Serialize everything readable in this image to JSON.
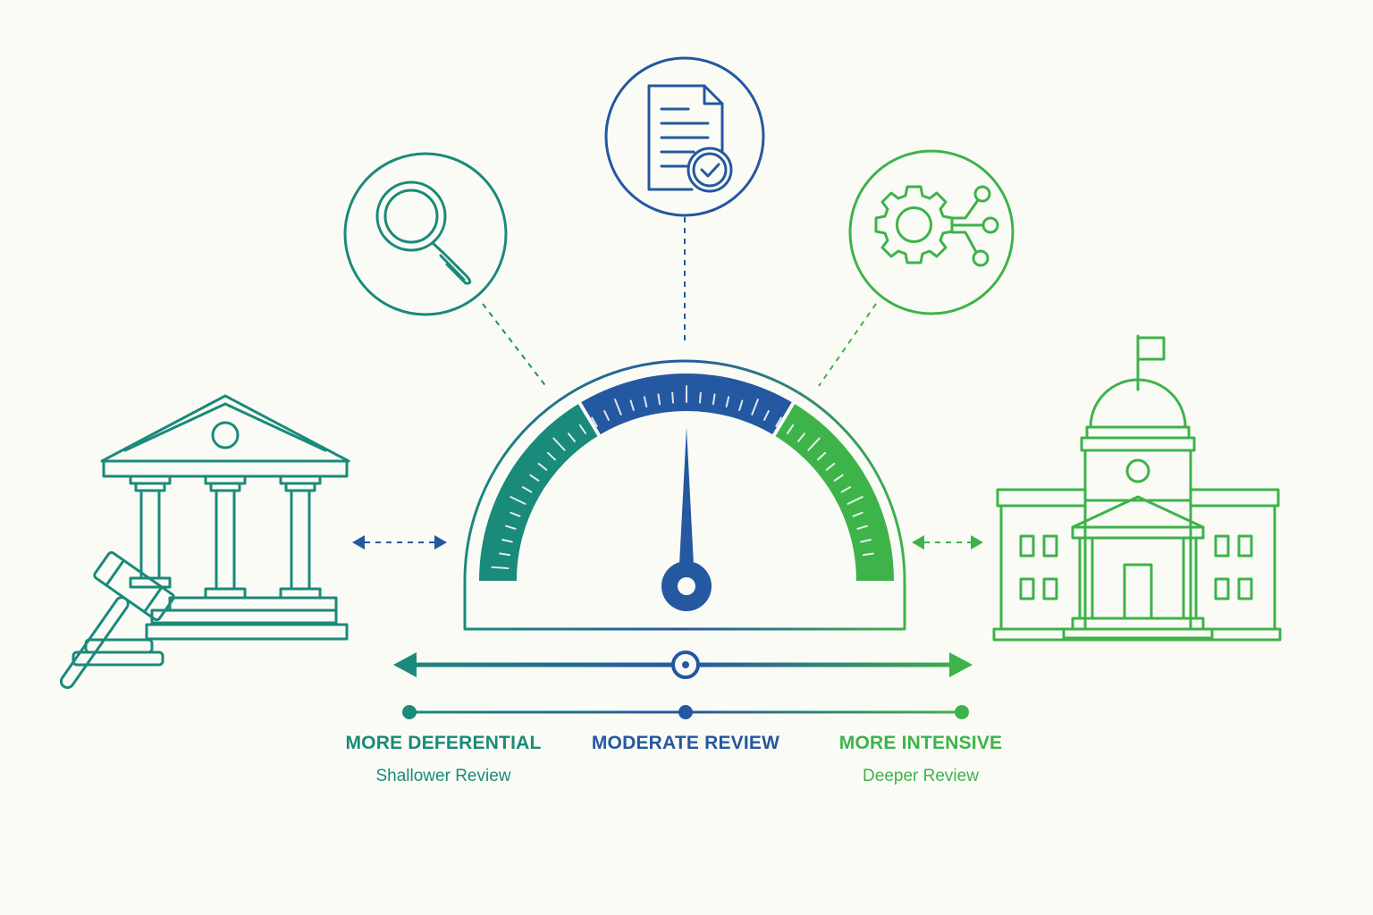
{
  "scale": {
    "left": {
      "title": "MORE DEFERENTIAL",
      "subtitle": "Shallower Review",
      "color": "#1a8a7a"
    },
    "middle": {
      "title": "MODERATE REVIEW",
      "color": "#2458a0"
    },
    "right": {
      "title": "MORE INTENSIVE",
      "subtitle": "Deeper Review",
      "color": "#3db34a"
    }
  },
  "gauge": {
    "needle_level": 0.5
  },
  "icons": {
    "top_left": "magnifying-glass-icon",
    "top_center": "document-check-icon",
    "top_right": "gear-network-icon",
    "left_building": "courthouse-icon",
    "left_tool": "gavel-icon",
    "right_building": "government-building-icon"
  },
  "colors": {
    "teal": "#1a8a7a",
    "blue": "#2458a0",
    "green": "#3db34a",
    "background": "#fbfbf6"
  }
}
